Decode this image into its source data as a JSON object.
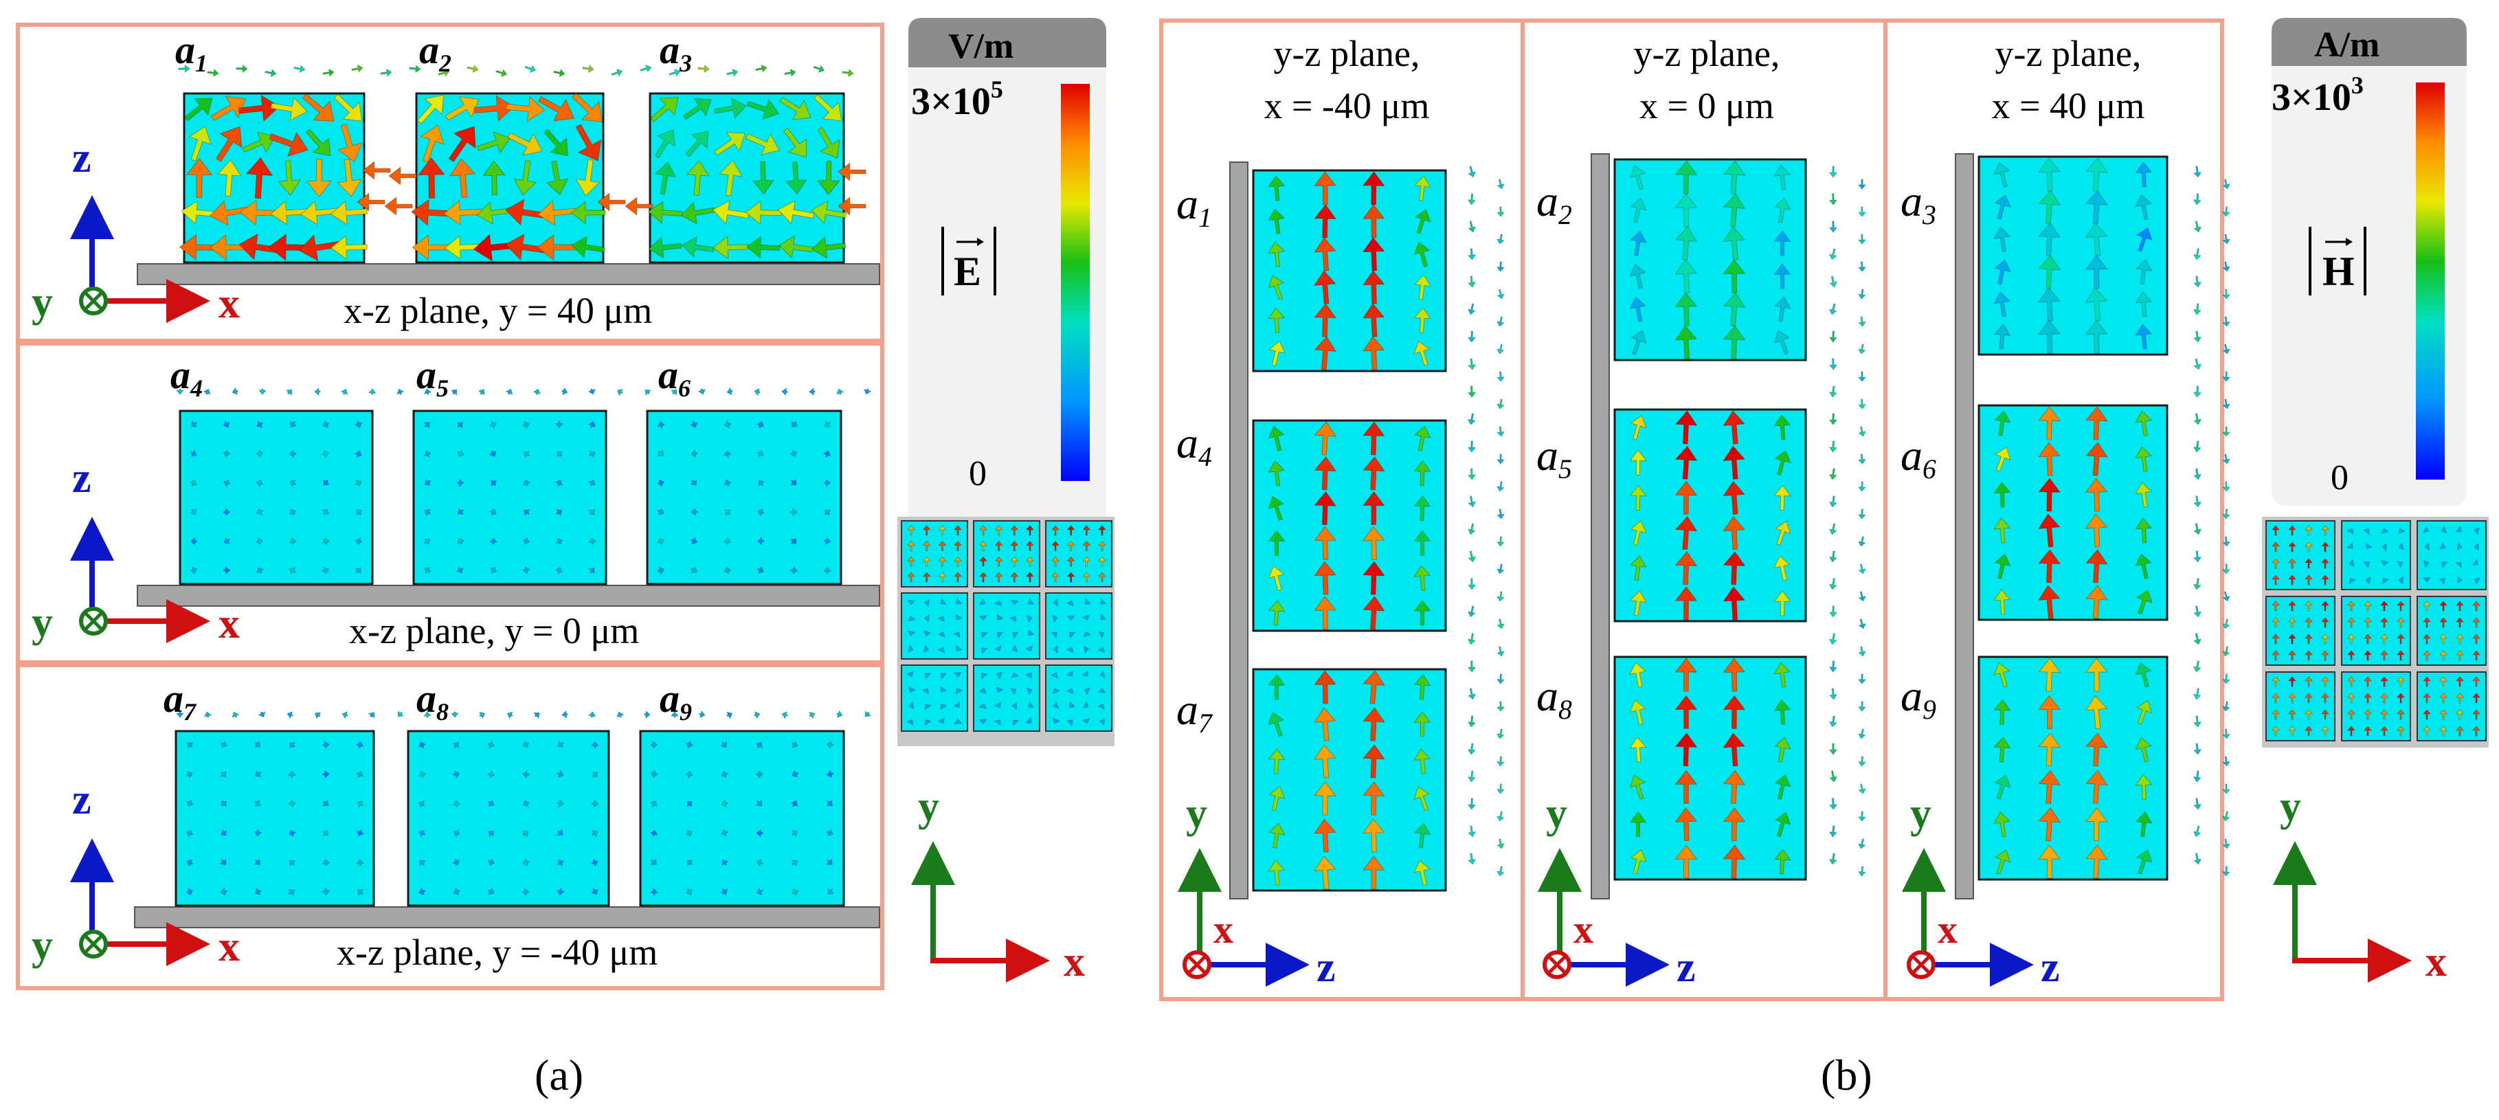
{
  "colors": {
    "frame": "#f4a08a",
    "block": "#00e8ef",
    "block_stroke": "#1a1a1a",
    "substrate": "#a6a6a6",
    "colorbar_header": "#8c8c8c",
    "colorbar_body": "#f2f2f2",
    "axis_z": "#0b18c8",
    "axis_x": "#d01010",
    "axis_y": "#1b7a1b"
  },
  "icons": {
    "out_of_page": "circle-cross-icon"
  },
  "panel_a": {
    "caption": "(a)",
    "rows": [
      {
        "labels": [
          "a1",
          "a2",
          "a3"
        ],
        "plane": "x-z plane, y = 40 μm",
        "field": "strong"
      },
      {
        "labels": [
          "a4",
          "a5",
          "a6"
        ],
        "plane": "x-z plane, y = 0 μm",
        "field": "weak"
      },
      {
        "labels": [
          "a7",
          "a8",
          "a9"
        ],
        "plane": "x-z plane, y = -40 μm",
        "field": "weak"
      }
    ],
    "axes": {
      "vertical": "z",
      "horizontal": "x",
      "out": "y"
    },
    "colorbar": {
      "unit": "V/m",
      "max_mantissa": "3×10",
      "max_exp": "5",
      "min": "0",
      "symbol": "E"
    },
    "inset_axes": {
      "vertical": "y",
      "horizontal": "x"
    }
  },
  "panel_b": {
    "caption": "(b)",
    "columns": [
      {
        "title_line1": "y-z plane,",
        "title_line2": "x = -40 μm",
        "labels": [
          "a1",
          "a4",
          "a7"
        ]
      },
      {
        "title_line1": "y-z plane,",
        "title_line2": "x = 0 μm",
        "labels": [
          "a2",
          "a5",
          "a8"
        ]
      },
      {
        "title_line1": "y-z plane,",
        "title_line2": "x = 40 μm",
        "labels": [
          "a3",
          "a6",
          "a9"
        ]
      }
    ],
    "axes": {
      "vertical": "y",
      "horizontal": "z",
      "out": "x"
    },
    "colorbar": {
      "unit": "A/m",
      "max_mantissa": "3×10",
      "max_exp": "3",
      "min": "0",
      "symbol": "H"
    },
    "inset_axes": {
      "vertical": "y",
      "horizontal": "x"
    }
  }
}
